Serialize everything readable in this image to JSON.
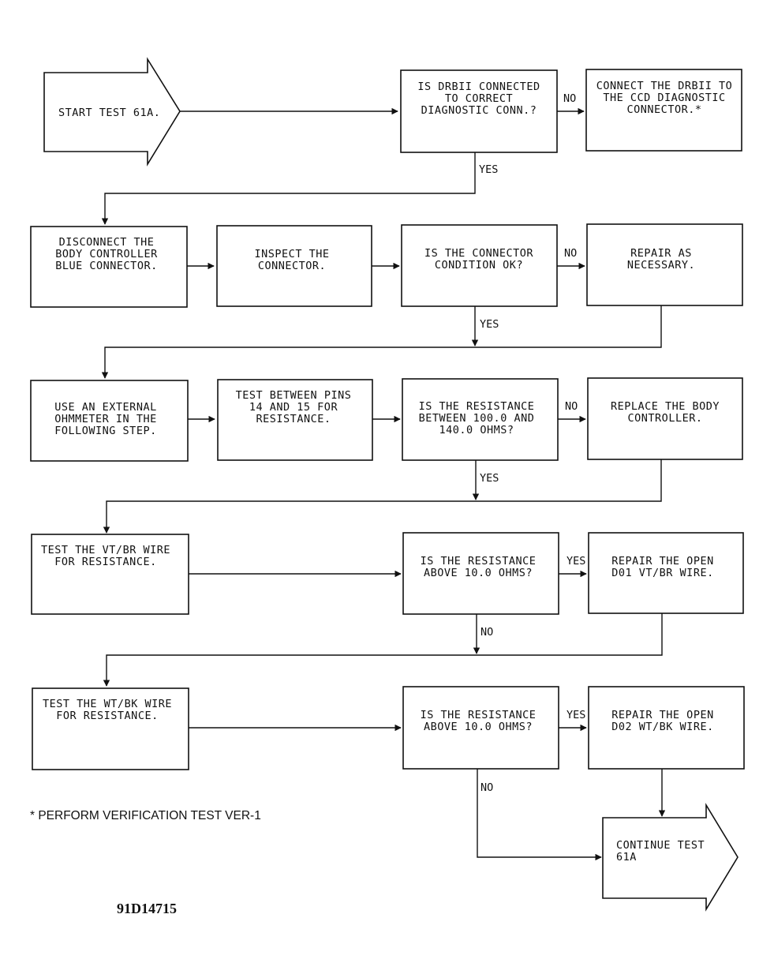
{
  "diagram": {
    "start_label": [
      "START TEST 61A."
    ],
    "end_label": [
      "CONTINUE TEST",
      "61A"
    ],
    "nodes": {
      "q_drb": [
        "IS DRBII CONNECTED",
        "TO CORRECT",
        "DIAGNOSTIC CONN.?"
      ],
      "connect_drb": [
        "CONNECT THE DRBII TO",
        "THE CCD DIAGNOSTIC",
        "CONNECTOR.*"
      ],
      "disconnect": [
        "DISCONNECT THE",
        "BODY CONTROLLER",
        "BLUE CONNECTOR."
      ],
      "inspect": [
        "INSPECT THE",
        "CONNECTOR."
      ],
      "q_cond": [
        "IS THE CONNECTOR",
        "CONDITION OK?"
      ],
      "repair": [
        "REPAIR AS",
        "NECESSARY."
      ],
      "ohmmeter": [
        "USE AN EXTERNAL",
        "OHMMETER IN THE",
        "FOLLOWING STEP."
      ],
      "test_pins": [
        "TEST BETWEEN PINS",
        "14 AND 15 FOR",
        "RESISTANCE."
      ],
      "q_res1": [
        "IS THE RESISTANCE",
        "BETWEEN 100.0 AND",
        "140.0 OHMS?"
      ],
      "replace": [
        "REPLACE THE BODY",
        "CONTROLLER."
      ],
      "test_vt": [
        "TEST THE VT/BR WIRE",
        "FOR RESISTANCE."
      ],
      "q_res2": [
        "IS THE RESISTANCE",
        "ABOVE 10.0 OHMS?"
      ],
      "repair_d01": [
        "REPAIR THE OPEN",
        "D01 VT/BR WIRE."
      ],
      "test_wt": [
        "TEST THE WT/BK WIRE",
        "FOR RESISTANCE."
      ],
      "q_res3": [
        "IS THE RESISTANCE",
        "ABOVE 10.0 OHMS?"
      ],
      "repair_d02": [
        "REPAIR THE OPEN",
        "D02 WT/BK WIRE."
      ]
    },
    "edge_labels": {
      "yes": "YES",
      "no": "NO"
    }
  },
  "footnote": "* PERFORM VERIFICATION TEST VER-1",
  "figure_code": "91D14715"
}
